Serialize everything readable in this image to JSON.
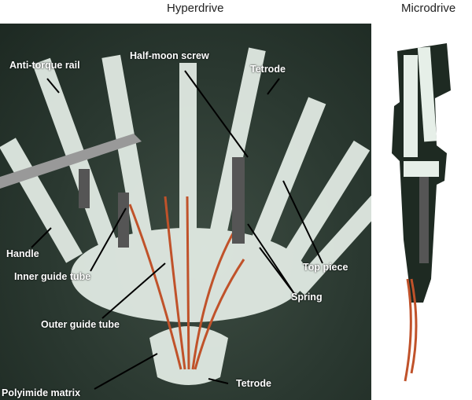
{
  "titles": {
    "hyperdrive": "Hyperdrive",
    "microdrive": "Microdrive"
  },
  "labels": {
    "anti_torque_rail": "Anti-torque rail",
    "half_moon_screw": "Half-moon screw",
    "tetrode_top": "Tetrode",
    "handle": "Handle",
    "inner_guide_tube": "Inner guide tube",
    "top_piece": "Top piece",
    "spring": "Spring",
    "outer_guide_tube": "Outer guide tube",
    "polyimide_matrix": "Polyimide matrix",
    "tetrode_bottom": "Tetrode"
  },
  "colors": {
    "background": "#2a3830",
    "plastic": "#e6efe8",
    "wire": "#c0522a",
    "label": "#ffffff",
    "arrow": "#000000"
  }
}
